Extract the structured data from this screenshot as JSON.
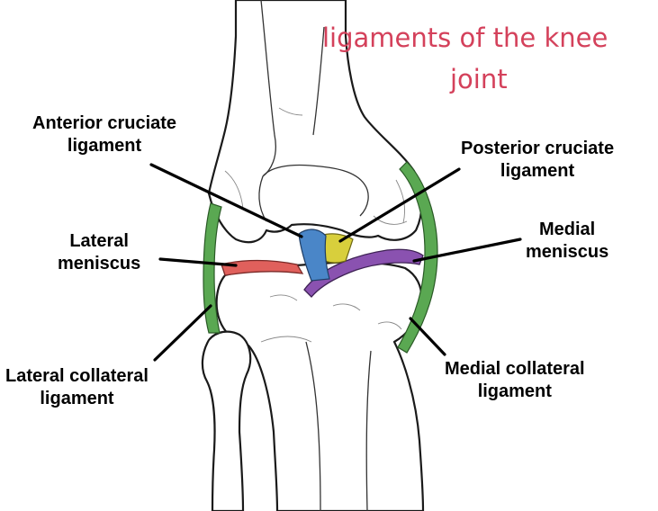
{
  "title": {
    "line1": "ligaments of the knee",
    "line2": "joint"
  },
  "labels": {
    "acl": {
      "line1": "Anterior cruciate",
      "line2": "ligament"
    },
    "pcl": {
      "line1": "Posterior cruciate",
      "line2": "ligament"
    },
    "lateral_meniscus": {
      "line1": "Lateral",
      "line2": "meniscus"
    },
    "medial_meniscus": {
      "line1": "Medial",
      "line2": "meniscus"
    },
    "lcl": {
      "line1": "Lateral collateral",
      "line2": "ligament"
    },
    "mcl": {
      "line1": "Medial collateral",
      "line2": "ligament"
    }
  },
  "colors": {
    "title": "#d4415b",
    "acl": "#4a86c8",
    "pcl": "#d8cf3c",
    "lateral_meniscus": "#e0605c",
    "medial_meniscus": "#8a52b0",
    "collateral": "#5aa852"
  }
}
